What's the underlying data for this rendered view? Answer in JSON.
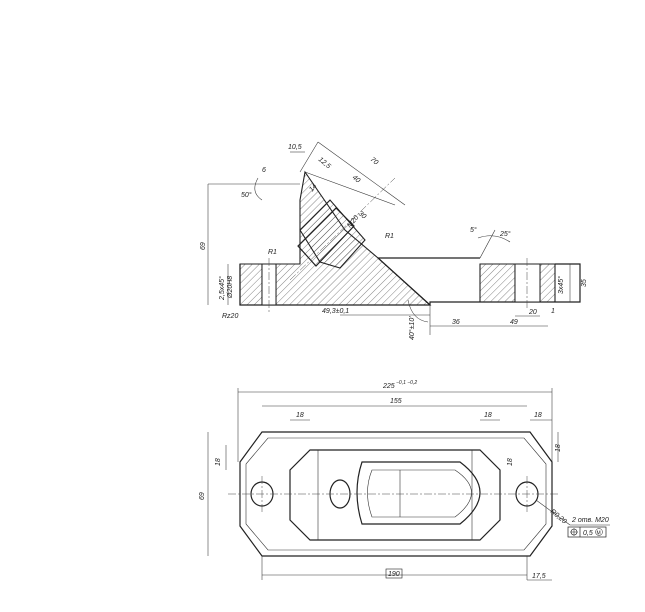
{
  "section_view": {
    "dims": {
      "top_width": "10,5",
      "slot_w": "12,5",
      "depth_40": "40",
      "angle_len": "70",
      "small_6": "6",
      "dim_14": "14",
      "dim_30": "30",
      "thread": "М20",
      "angle_50": "50°",
      "height_69": "69",
      "r1_left": "R1",
      "r1_mid": "R1",
      "chamfer_left": "2,5х45°",
      "hole_left": "2 отв.",
      "hole_dia": "Ø20Н8",
      "rz": "Rz20",
      "base_len": "49,3±0,1",
      "angle_40": "40°±10'",
      "dim_36": "36",
      "dim_49": "49",
      "dim_20": "20",
      "dim_1": "1",
      "chamfer_right": "3х45°",
      "dim_35": "35",
      "angle_5": "5°",
      "angle_25": "25°"
    }
  },
  "plan_view": {
    "dims": {
      "overall": "225",
      "overall_tol": "−0,1 −0,2",
      "dim_155": "155",
      "dim_18a": "18",
      "dim_18b": "18",
      "dim_18c": "18",
      "dim_18d": "18",
      "dim_18e": "18",
      "dim_18f": "18",
      "dim_69": "69",
      "r20": "R0,20",
      "holes_note": "2 отв. М20",
      "position_tol": "0,5",
      "position_ref": "M",
      "bottom_190": "190",
      "bottom_17_5": "17,5"
    }
  },
  "colors": {
    "line": "#222222",
    "background": "#ffffff"
  }
}
